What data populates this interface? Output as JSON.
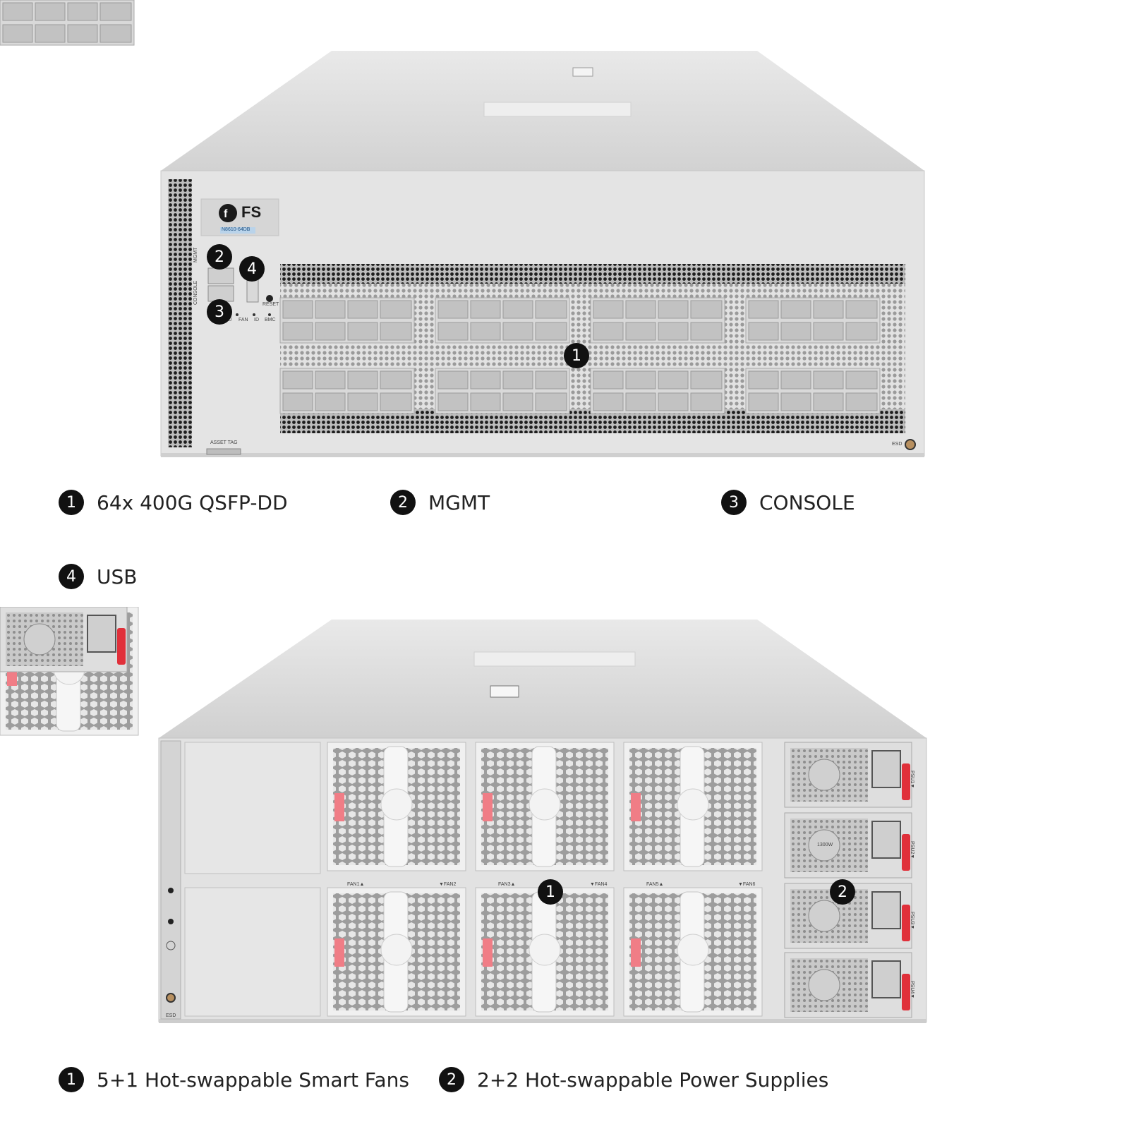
{
  "front": {
    "brand": "FS",
    "model": "N8610-64DB",
    "panel_labels": {
      "mgmt": "MGMT",
      "console": "CONSOLE",
      "psu": "PSU",
      "fan": "FAN",
      "id": "ID",
      "bmc": "BMC",
      "reset": "RESET",
      "asset_tag": "ASSET TAG",
      "esd": "ESD"
    },
    "callouts": [
      "1",
      "2",
      "3",
      "4"
    ]
  },
  "front_legend": [
    {
      "num": "1",
      "label": "64x 400G QSFP-DD"
    },
    {
      "num": "2",
      "label": "MGMT"
    },
    {
      "num": "3",
      "label": "CONSOLE"
    },
    {
      "num": "4",
      "label": "USB"
    }
  ],
  "rear": {
    "fan_labels": [
      "FAN1▲",
      "▼FAN2",
      "FAN3▲",
      "▼FAN4",
      "FAN5▲",
      "▼FAN6"
    ],
    "psu_labels": [
      "PSU1▼",
      "PSU2▼",
      "PSU3▼",
      "PSU4▼"
    ],
    "psu_watt": "1300W",
    "esd": "ESD",
    "callouts": [
      "1",
      "2"
    ]
  },
  "rear_legend": [
    {
      "num": "1",
      "label": "5+1 Hot-swappable Smart Fans"
    },
    {
      "num": "2",
      "label": "2+2 Hot-swappable Power Supplies"
    }
  ],
  "colors": {
    "chassis": "#e6e6e6",
    "chassis_top": "#dcdcdc",
    "vent": "#2a2a2a",
    "psu_handle": "#e0303a",
    "fan_tab": "#f07d86",
    "badge": "#111111"
  }
}
